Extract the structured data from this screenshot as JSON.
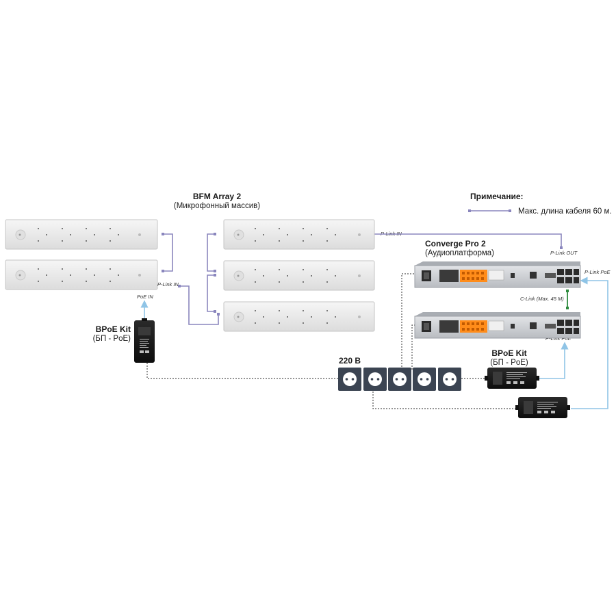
{
  "title": "BFM Array 2",
  "subtitle": "(Микрофонный массив)",
  "note": {
    "heading": "Примечание:",
    "text": "Макс. длина кабеля 60 м."
  },
  "converge": {
    "title": "Converge Pro 2",
    "subtitle": "(Аудиоплатформа)"
  },
  "bpoe_left": {
    "title": "BPoE Kit",
    "subtitle": "(БП - PoE)"
  },
  "bpoe_right": {
    "title": "BPoE Kit",
    "subtitle": "(БП - PoE)"
  },
  "mains": {
    "label": "220 В"
  },
  "ports": {
    "plink_in_left": "P-Link IN",
    "poe_in": "PoE IN",
    "plink_in_right": "P-Link IN",
    "plink_out": "P-Link OUT",
    "plink_poe_top": "P-Link PoE",
    "clink": "C-Link (Max. 45 M)",
    "plink_poe_bottom": "P-Link PoE"
  },
  "colors": {
    "plink_cable": "#8a86bd",
    "poe_cable": "#8fc4e6",
    "clink_cable": "#2e8b3e",
    "power_cord": "#555555",
    "outlet_body": "#3b4452",
    "array_body": "#eeeeee"
  }
}
